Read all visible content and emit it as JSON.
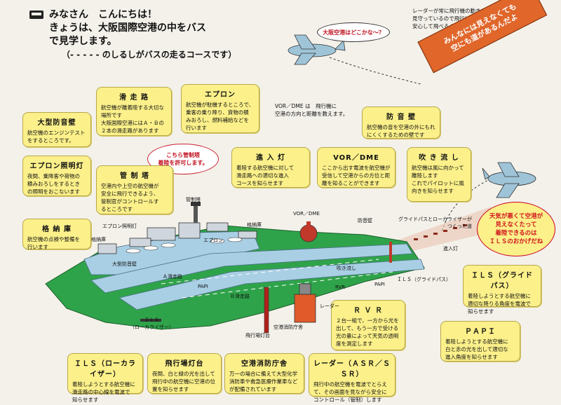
{
  "intro": {
    "line1": "みなさん　こんにちは！",
    "line2": "きょうは、大阪国際空港の中をバス",
    "line3": "で見学します。",
    "line4": "（- - - - -  のしるしがバスの走るコースです）"
  },
  "top_bubble": {
    "question": "大阪空港はどこかな〜？",
    "radar_note": "レーダーが常に飛行機の動きを\n見守っているので飛行は\n安心して飛べるんだ"
  },
  "banner": {
    "line1": "みんなには見えなくても",
    "line2": "空にも道があるんだよ"
  },
  "vor_note": "VOR／DME は　飛行機に\n空港の方向と距離を教えます。",
  "control_speech": "こちら管制塔\n着陸を許可します。",
  "ils_speech": "天気が悪くて空港が\n見えなくたって\n着陸できるのは\nＩＬＳのおかげだね",
  "boxes": {
    "large_blast": {
      "title": "大型防音壁",
      "text": "航空機のエンジンテスト\nをするところです。"
    },
    "runway": {
      "title": "滑 走 路",
      "text": "航空機が離着陸する大切な\n場所です\n大阪国際空港にはＡ・Ｂの\n２本の滑走路があります"
    },
    "apron": {
      "title": "エプロン",
      "text": "航空機が駐機するところで、\n乗客の乗り降り、貨物の積\nみおろし、燃料補給などを\n行います"
    },
    "apron_lighting": {
      "title": "エプロン照明灯",
      "text": "夜間、乗降客や荷物の\n積みおろしをするとき\nの照明をおこないます"
    },
    "control_tower": {
      "title": "管 制 塔",
      "text": "空港内や上空の航空機が\n安全に飛行できるよう、\n管制官がコントロールす\nるところです"
    },
    "approach_light": {
      "title": "進 入 灯",
      "text": "着陸する航空機に対して\n滑走路への適切な進入\nコースを知らせます"
    },
    "vor_dme": {
      "title": "VOR／DME",
      "text": "ここから出す電波を航空機が\n受信して空港からの方位と距\n離を知ることができます"
    },
    "blast_fence": {
      "title": "防 音 壁",
      "text": "航空機の音を空港の外にもれ\nにくくするための壁です"
    },
    "windsock": {
      "title": "吹 き 流 し",
      "text": "航空機は風に向かって\n離陸します\nこれでパイロットに風\n向きを知らせます"
    },
    "hangar": {
      "title": "格 納 庫",
      "text": "航空機の点検や整備を\n行います"
    },
    "ils_glide": {
      "title": "ＩＬＳ（グライドパス）",
      "text": "着陸しようとする航空機に\n適切な降りる角度を電波で\n知らせます"
    },
    "rvr": {
      "title": "Ｒ Ｖ Ｒ",
      "text": "２台一組で、一方から光を\n出して、もう一方で受ける\n光の量によって天気の透明\n度を測定します"
    },
    "papi": {
      "title": "ＰＡＰＩ",
      "text": "着陸しようとする航空機に\n白と赤の光を出して適切な\n進入角度を知らせます"
    },
    "ils_loc": {
      "title": "ＩＬＳ（ローカライザー）",
      "text": "着陸しようとする航空機に\n滑走路の中心線を電波で\n知らせます"
    },
    "beacon": {
      "title": "飛行場灯台",
      "text": "夜間、白と緑の光を出して\n飛行中の航空機に空港の位\n置を知らせます"
    },
    "fire_station": {
      "title": "空港消防庁舎",
      "text": "万一の場合に備えて大型化学\n消防車や救急医療作業車など\nが配備されています"
    },
    "radar": {
      "title": "レーダー（ＡＳＲ／ＳＳＲ）",
      "text": "飛行中の航空機を電波でとらえ\nて、その画面を見ながら安全に\nコントロール（管制）します"
    }
  },
  "map_labels": {
    "control_tower": "管制塔",
    "apron_lighting": "エプロン照明灯",
    "apron": "エプロン",
    "hangar": "格納庫",
    "hangar2": "格納庫",
    "large_blast": "大型防音壁",
    "runway_a": "Ａ滑走路",
    "runway_b": "Ｂ滑走路",
    "papi": "PAPI",
    "papi2": "PAPI",
    "ils_loc": "ＩＬＳ\n（ローカライザー）",
    "vor_dme": "VOR／DME",
    "blast_fence": "防音壁",
    "glide_note": "グライドパスとローカライザーが\nつくった道",
    "approach_light": "進入灯",
    "windsock": "吹き流し",
    "rvr": "RVR",
    "ils_glide": "ＩＬＳ（グライドパス）",
    "radar": "レーダー",
    "fire_station": "空港消防庁舎",
    "beacon": "飛行場灯台"
  },
  "colors": {
    "box_fill": "#fbf08a",
    "ground_green": "#2fa34a",
    "runway_blue": "#a9cfe4",
    "banner_orange": "#e0662a",
    "accent_red": "#d0141c"
  }
}
